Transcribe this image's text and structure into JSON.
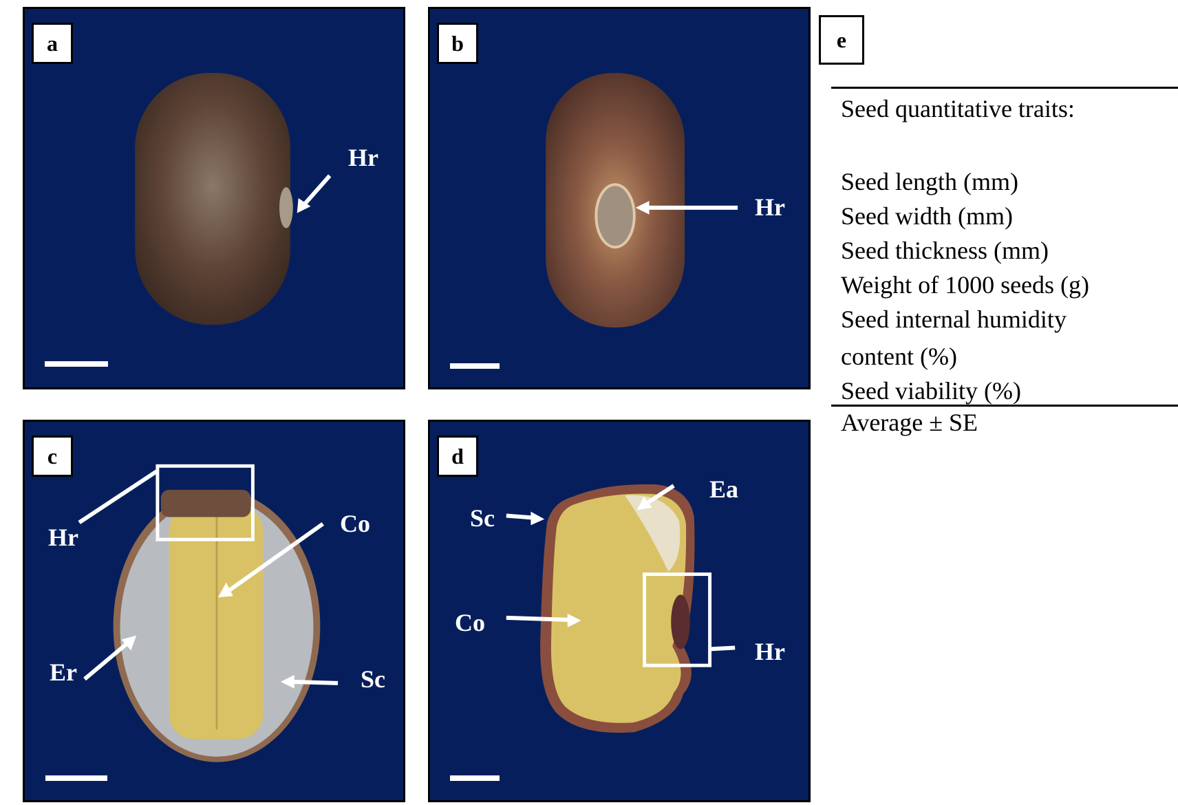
{
  "panels": {
    "a": {
      "label": "a",
      "annotations": {
        "hr": "Hr"
      }
    },
    "b": {
      "label": "b",
      "annotations": {
        "hr": "Hr"
      }
    },
    "c": {
      "label": "c",
      "annotations": {
        "hr": "Hr",
        "co": "Co",
        "er": "Er",
        "sc": "Sc"
      }
    },
    "d": {
      "label": "d",
      "annotations": {
        "sc": "Sc",
        "ea": "Ea",
        "co": "Co",
        "hr": "Hr"
      }
    }
  },
  "panel_e": {
    "label": "e",
    "heading": "Seed quantitative traits:",
    "traits": [
      "Seed length (mm)",
      "Seed width (mm)",
      "Seed thickness (mm)",
      "Weight of 1000 seeds (g)",
      "Seed internal humidity",
      "content (%)",
      "Seed viability (%)"
    ],
    "footer": "Average ± SE"
  },
  "colors": {
    "panel_background": "#061f5c",
    "seed_coat": "#5a3a2c",
    "cotyledon": "#d9c266",
    "endosperm": "#b8bcc0",
    "annotation": "#ffffff"
  }
}
